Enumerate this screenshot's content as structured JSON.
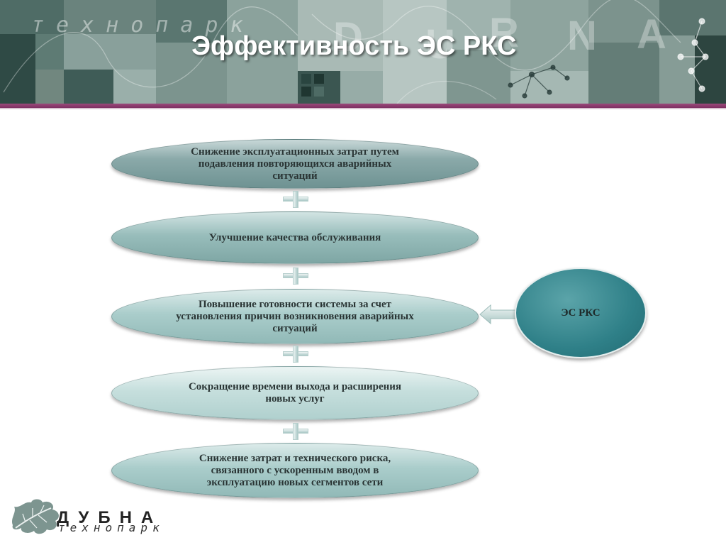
{
  "header": {
    "title": "Эффективность ЭС РКС",
    "brand_watermark": "технопарк",
    "watermark_letters": [
      "D",
      "U",
      "R",
      "N",
      "A"
    ]
  },
  "diagram": {
    "items": [
      {
        "text": "Снижение эксплуатационных затрат путем подавления повторяющихся аварийных ситуаций"
      },
      {
        "text": "Улучшение качества обслуживания"
      },
      {
        "text": "Повышение готовности системы за счет установления причин возникновения аварийных ситуаций"
      },
      {
        "text": "Сокращение времени выхода и расширения новых услуг"
      },
      {
        "text": "Снижение затрат и технического риска, связанного с ускоренным вводом в эксплуатацию новых сегментов сети"
      }
    ],
    "source_label": "ЭС РКС"
  },
  "logo": {
    "name": "ДУБНА",
    "subtitle": "технопарк"
  },
  "colors": {
    "banner": "#6f8580",
    "stripe": "#8a3a6d",
    "ellipse_dark": "#6e9292",
    "ellipse_light": "#c6dfdd",
    "circle": "#2f8088"
  }
}
